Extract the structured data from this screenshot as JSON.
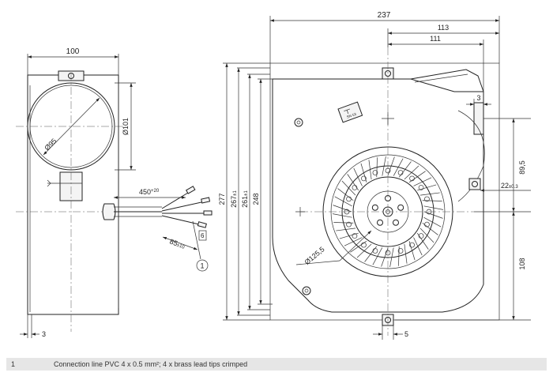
{
  "side_view": {
    "dim_width": "100",
    "dim_diameter": "Ø95",
    "dim_diameter_outer": "Ø101",
    "dim_bottom": "3"
  },
  "cable": {
    "dim_length": "450",
    "dim_length_tol": "+20",
    "dim_strip": "85",
    "dim_strip_tol": "±10",
    "dim_tip": "6",
    "callout": "1"
  },
  "front_view": {
    "dim_total_width": "237",
    "dim_113": "113",
    "dim_111": "111",
    "dim_outlet": "3",
    "dim_89_5": "89,5",
    "dim_22": "22",
    "dim_22_tol": "±0.3",
    "dim_108": "108",
    "dim_bottom": "5",
    "dim_277": "277",
    "dim_267": "267",
    "dim_267_tol": "±1",
    "dim_261": "261",
    "dim_261_tol": "±1",
    "dim_248": "248",
    "dim_impeller": "Ø125,5",
    "badge": "SN 53"
  },
  "legend": {
    "number": "1",
    "text": "Connection line PVC 4 x 0.5 mm²; 4 x brass lead tips crimped"
  }
}
